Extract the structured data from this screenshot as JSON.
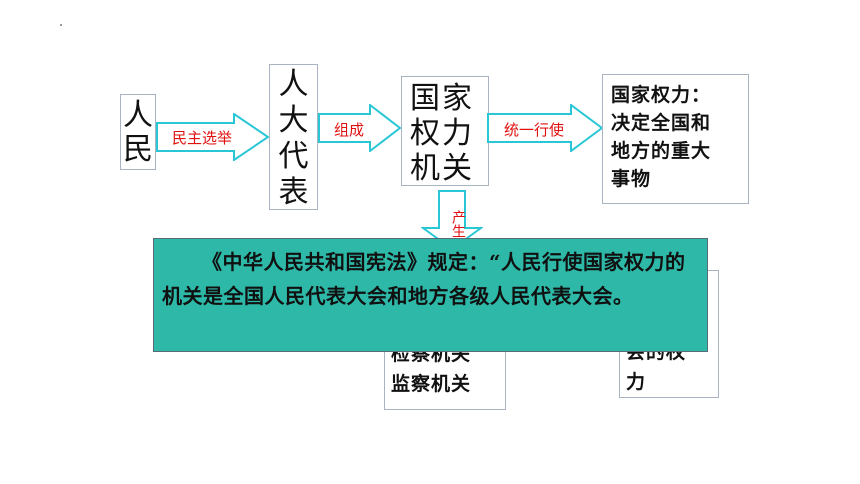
{
  "boxes": {
    "people": [
      "人",
      "民"
    ],
    "deputies": [
      "人",
      "大",
      "代",
      "表"
    ],
    "organ": [
      "国家",
      "权力",
      "机关"
    ],
    "power": [
      "国家权力：",
      "决定全国和",
      "地方的重大",
      "事物"
    ],
    "organs2": [
      "检察机关",
      "监察机关"
    ],
    "power2": [
      "会的权",
      "力"
    ]
  },
  "arrows": {
    "elect": "民主选举",
    "compose": "组成",
    "exercise": "统一行使",
    "produce": "产生"
  },
  "callout": "《中华人民共和国宪法》规定：“人民行使国家权力的机关是全国人民代表大会和地方各级人民代表大会。"
}
